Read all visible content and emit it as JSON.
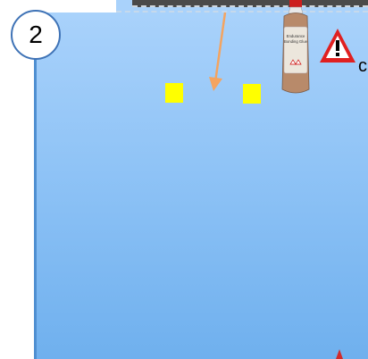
{
  "step": {
    "number": "2"
  },
  "bottle": {
    "label_line1": "Endurance",
    "label_line2": "Bonding Glue"
  },
  "edge_text": "c",
  "icons": [
    "warning-triangle-icon",
    "arrow-down-icon",
    "glue-bottle-icon"
  ],
  "colors": {
    "panel": "#8fc3f6",
    "arrow": "#f4a460",
    "markers": "#ffff00",
    "warning": "#e02020"
  }
}
